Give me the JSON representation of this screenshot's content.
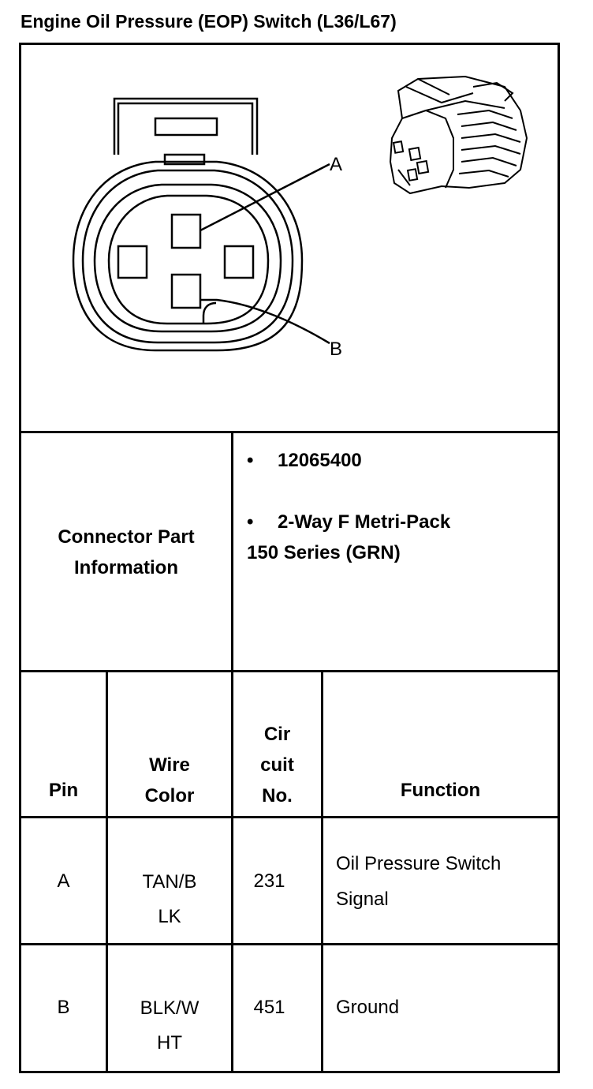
{
  "title": "Engine Oil Pressure (EOP) Switch (L36/L67)",
  "diagram": {
    "pin_label_a": "A",
    "pin_label_b": "B"
  },
  "connector_info": {
    "label_line1": "Connector Part",
    "label_line2": "Information",
    "part_number": "12065400",
    "description_line1": "2-Way F Metri-Pack",
    "description_line2": "150 Series (GRN)"
  },
  "table": {
    "headers": {
      "pin": "Pin",
      "wire_color": [
        "Wire",
        "Color"
      ],
      "circuit_no": [
        "Cir",
        "cuit",
        "No."
      ],
      "function": "Function"
    },
    "rows": [
      {
        "pin": "A",
        "wire_color": [
          "TAN/B",
          "LK"
        ],
        "circuit": "231",
        "function": [
          "Oil Pressure Switch",
          "Signal"
        ]
      },
      {
        "pin": "B",
        "wire_color": [
          "BLK/W",
          "HT"
        ],
        "circuit": "451",
        "function": [
          "Ground",
          ""
        ]
      }
    ]
  }
}
